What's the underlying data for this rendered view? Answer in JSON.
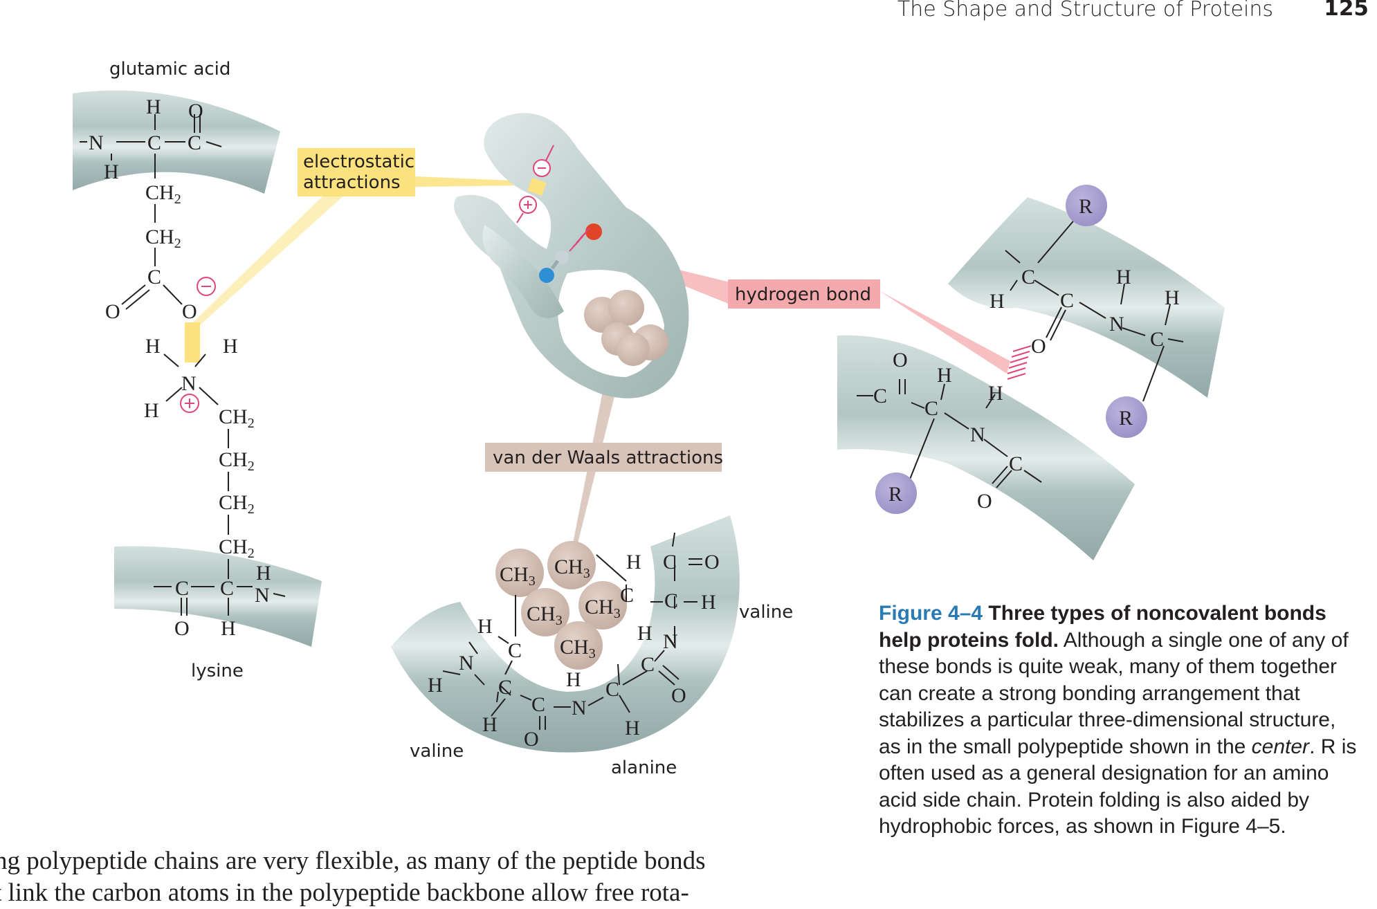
{
  "header": {
    "title": "The Shape and Structure of Proteins",
    "page_number": "125"
  },
  "labels": {
    "glutamic_acid": "glutamic acid",
    "lysine": "lysine",
    "electrostatic_line1": "electrostatic",
    "electrostatic_line2": "attractions",
    "hydrogen_bond": "hydrogen bond",
    "vdw": "van der Waals attractions",
    "valine_left": "valine",
    "valine_right": "valine",
    "alanine": "alanine"
  },
  "atoms": {
    "H": "H",
    "O": "O",
    "N": "N",
    "C": "C",
    "R": "R",
    "CH": "CH",
    "sub2": "2",
    "sub3": "3",
    "plus": "+",
    "minus": "−"
  },
  "colors": {
    "backbone": "#b6c9c7",
    "electrostatic_box": "#fbe27f",
    "hydrogen_box": "#f4a9ad",
    "vdw_box": "#d8c3b8",
    "r_group": "#a9a0cf",
    "caption_accent": "#2a7bb4",
    "charge": "#e0447a"
  },
  "caption": {
    "fig_num": "Figure 4–4",
    "fig_title": "Three types of noncovalent bonds help proteins fold.",
    "text_1": "Although a single one of any of these bonds is quite weak, many of them together can create a strong bonding arrangement that stabilizes a particular three-dimensional structure, as in the small polypeptide shown in the",
    "emphasis": "center",
    "text_2": ". R is often used as a general designation for an amino acid side chain. Protein folding is also aided by hydrophobic forces, as shown in Figure 4–5."
  },
  "body_text": {
    "line1": "ng polypeptide chains are very flexible, as many of the peptide bonds",
    "line2": "t link the carbon atoms in the polypeptide backbone allow free rota-"
  }
}
